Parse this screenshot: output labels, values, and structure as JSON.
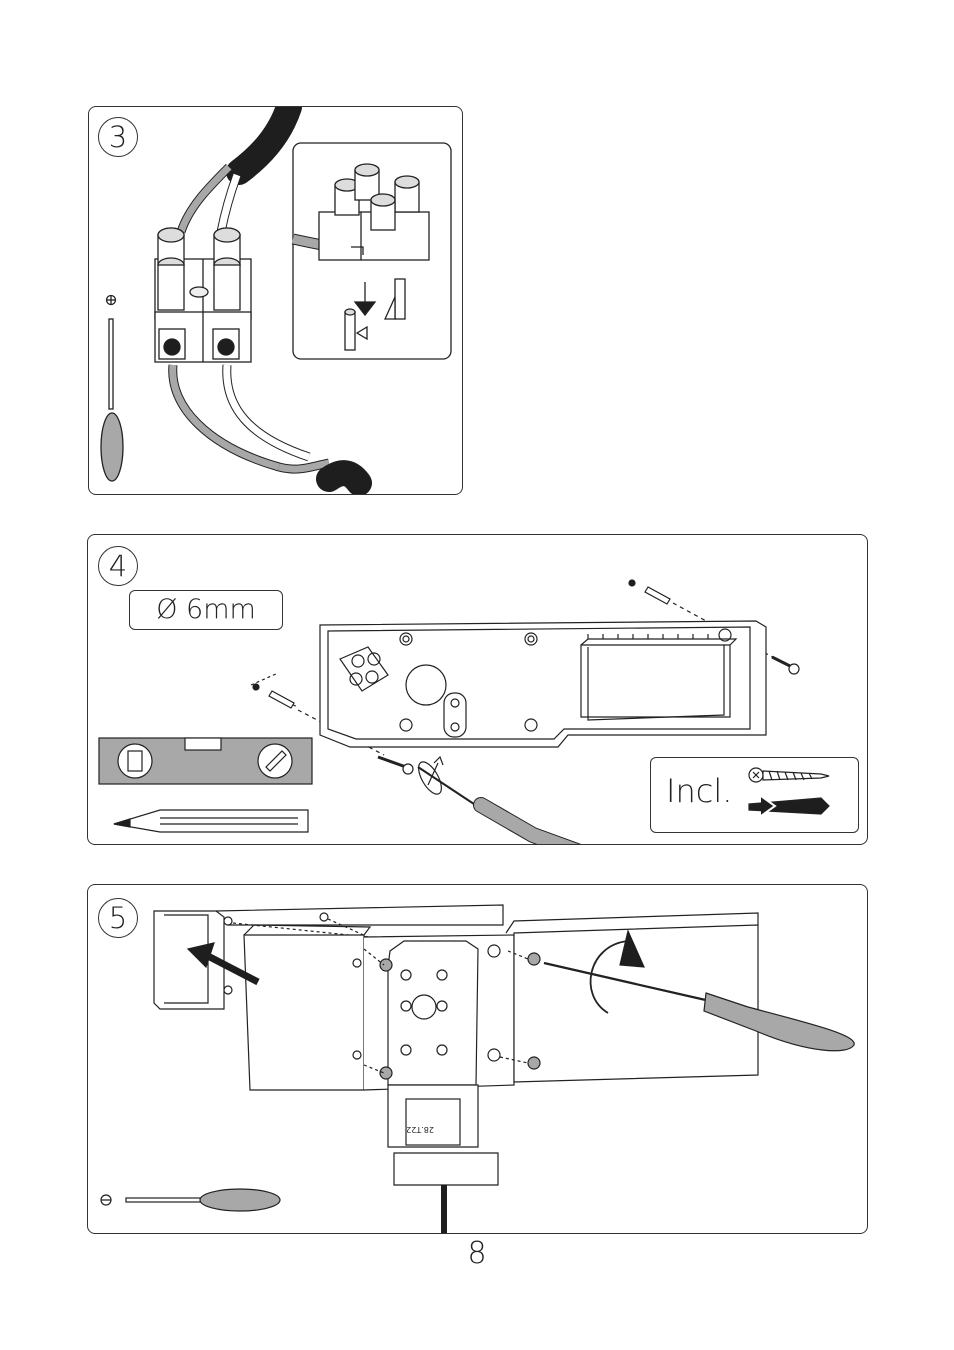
{
  "steps": {
    "step3": {
      "number": "3"
    },
    "step4": {
      "number": "4",
      "drill_label": "Ø 6mm",
      "included_label": "Incl."
    },
    "step5": {
      "number": "5",
      "socket_marking": "28.T22"
    }
  },
  "footer": {
    "page_number": "8"
  },
  "icons": {
    "step3_tool": "phillips-screwdriver-icon",
    "step5_tool": "flat-screwdriver-icon"
  },
  "colors": {
    "line": "#222222",
    "cable_gray": "#a8a8a8",
    "dark": "#1e1e1e",
    "light_fill": "#ffffff"
  }
}
